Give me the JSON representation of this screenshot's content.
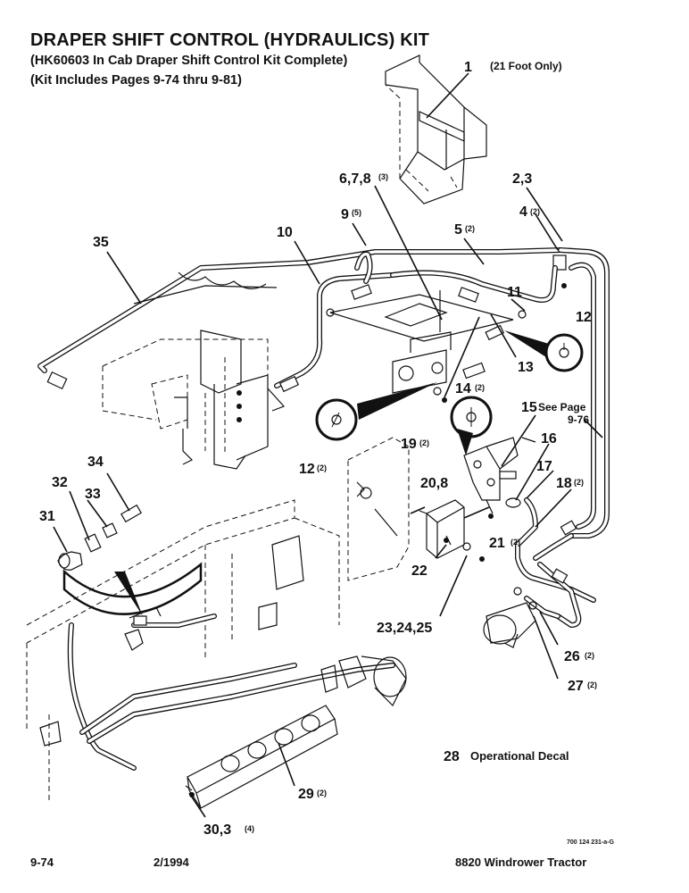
{
  "header": {
    "title": "DRAPER SHIFT CONTROL (HYDRAULICS) KIT",
    "subtitle1": "(HK60603 In Cab Draper Shift Control Kit Complete)",
    "subtitle2": "(Kit Includes Pages 9-74 thru 9-81)"
  },
  "callouts": {
    "c1": "1",
    "c1_note": "(21 Foot Only)",
    "c678": "6,7,8",
    "c678_qty": "(3)",
    "c23": "2,3",
    "c4": "4",
    "c4_qty": "(2)",
    "c9": "9",
    "c9_qty": "(5)",
    "c10": "10",
    "c5": "5",
    "c5_qty": "(2)",
    "c35": "35",
    "c11": "11",
    "c12a": "12",
    "c13": "13",
    "c14": "14",
    "c14_qty": "(2)",
    "c15": "15",
    "c15_note1": "See Page",
    "c15_note2": "9-76",
    "c12b": "12",
    "c12b_qty": "(2)",
    "c19": "19",
    "c19_qty": "(2)",
    "c16": "16",
    "c17": "17",
    "c18": "18",
    "c18_qty": "(2)",
    "c34": "34",
    "c32": "32",
    "c33": "33",
    "c31": "31",
    "c208": "20,8",
    "c21": "21",
    "c21_qty": "(2)",
    "c22": "22",
    "c232425": "23,24,25",
    "c26": "26",
    "c26_qty": "(2)",
    "c27": "27",
    "c27_qty": "(2)",
    "c28": "28",
    "c28_note": "Operational Decal",
    "c29": "29",
    "c29_qty": "(2)",
    "c303": "30,3",
    "c303_qty": "(4)"
  },
  "footer": {
    "page": "9-74",
    "date": "2/1994",
    "machine": "8820 Windrower Tractor",
    "ref_code": "700 124 231-a-G"
  }
}
